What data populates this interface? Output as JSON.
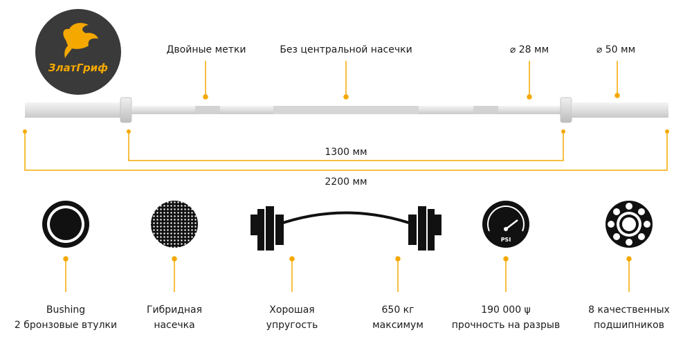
{
  "brand": {
    "name": "ЗлатГриф",
    "colors": {
      "accent": "#f5a800",
      "dark": "#3a3a3a",
      "bar": "#d9d9d9"
    }
  },
  "bar_labels": {
    "double_marks": "Двойные метки",
    "no_center_knurl": "Без центральной насечки",
    "shaft_diameter": "⌀ 28 мм",
    "sleeve_diameter": "⌀ 50 мм"
  },
  "dimensions": {
    "inner_length": "1300 мм",
    "total_length": "2200 мм"
  },
  "features": [
    {
      "icon": "bushing-icon",
      "line1": "Bushing",
      "line2": "2 бронзовые втулки"
    },
    {
      "icon": "knurl-pattern-icon",
      "line1": "Гибридная",
      "line2": "насечка"
    },
    {
      "icon": "flexing-barbell-icon",
      "line1": "Хорошая",
      "line2": "упругость"
    },
    {
      "icon": "weight-plates-icon",
      "line1": "650 кг",
      "line2": "максимум"
    },
    {
      "icon": "psi-gauge-icon",
      "gauge_text": "PSI",
      "line1": "190 000 ψ",
      "line2": "прочность на разрыв"
    },
    {
      "icon": "bearing-icon",
      "line1": "8 качественных",
      "line2": "подшипников"
    }
  ]
}
